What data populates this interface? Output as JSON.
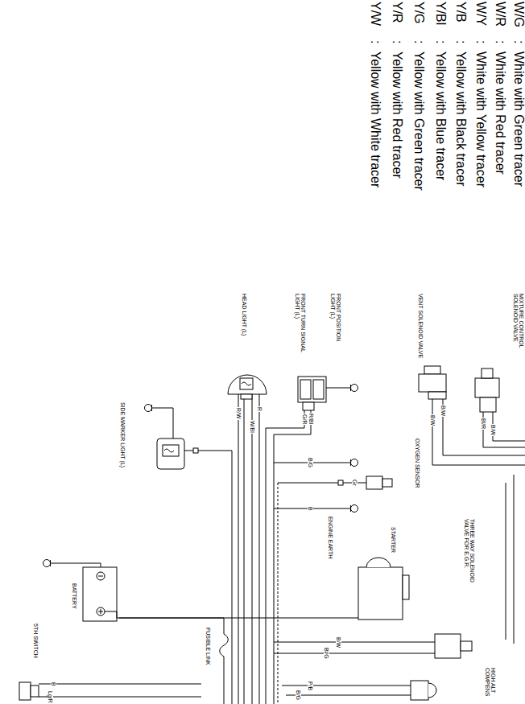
{
  "diagram": {
    "nodes": [
      {
        "text": [
          "MIXTURE CONTROL SOLENOID VALVE"
        ]
      },
      {
        "text": [
          "VENT SOLENOID VALVE"
        ]
      },
      {
        "text": [
          "FRONT POSITION LIGHT (L)"
        ]
      },
      {
        "text": [
          "FRONT TURN SIGNAL LIGHT (L)"
        ]
      },
      {
        "text": [
          "HEAD LIGHT (L)"
        ]
      },
      {
        "text": [
          "OXYGEN SENSOR"
        ]
      },
      {
        "text": [
          "SIDE MARKER LIGHT (L)"
        ]
      },
      {
        "text": [
          "ENGINE EARTH"
        ]
      },
      {
        "text": [
          "STARTER"
        ]
      },
      {
        "text": [
          "THREE WAY SOLENOID VALVE FOR E.G.R."
        ]
      },
      {
        "text": [
          "BATTERY"
        ]
      },
      {
        "text": [
          "FUSIBLE LINK"
        ]
      },
      {
        "text": [
          "5TH SWITCH"
        ]
      },
      {
        "text": [
          "HIGH ALT COMPENS"
        ]
      }
    ],
    "edges": [
      {
        "from": 10,
        "to": 8,
        "arrow": "none"
      },
      {
        "from": 10,
        "to": 11,
        "arrow": "none"
      }
    ],
    "labels": [
      "W/G",
      ":",
      "White with Green tracer",
      "W/R",
      ":",
      "White with Red tracer",
      "W/Y",
      ":",
      "White with Yellow tracer",
      "Y/B",
      ":",
      "Yellow with Black tracer",
      "Y/Bl",
      ":",
      "Yellow with Blue tracer",
      "Y/G",
      ":",
      "Yellow with Green tracer",
      "Y/R",
      ":",
      "Yellow with Red tracer",
      "Y/W",
      ":",
      "Yellow with White tracer",
      "B/W",
      "B/W",
      "Bl/R",
      "B/W",
      "R/W",
      "W/Bl",
      "R",
      "R/Bl",
      "G/R",
      "B/G",
      "Gr",
      "B",
      "B/W",
      "Bl/G",
      "P/B",
      "B/G",
      "B",
      "Lg/R"
    ]
  }
}
